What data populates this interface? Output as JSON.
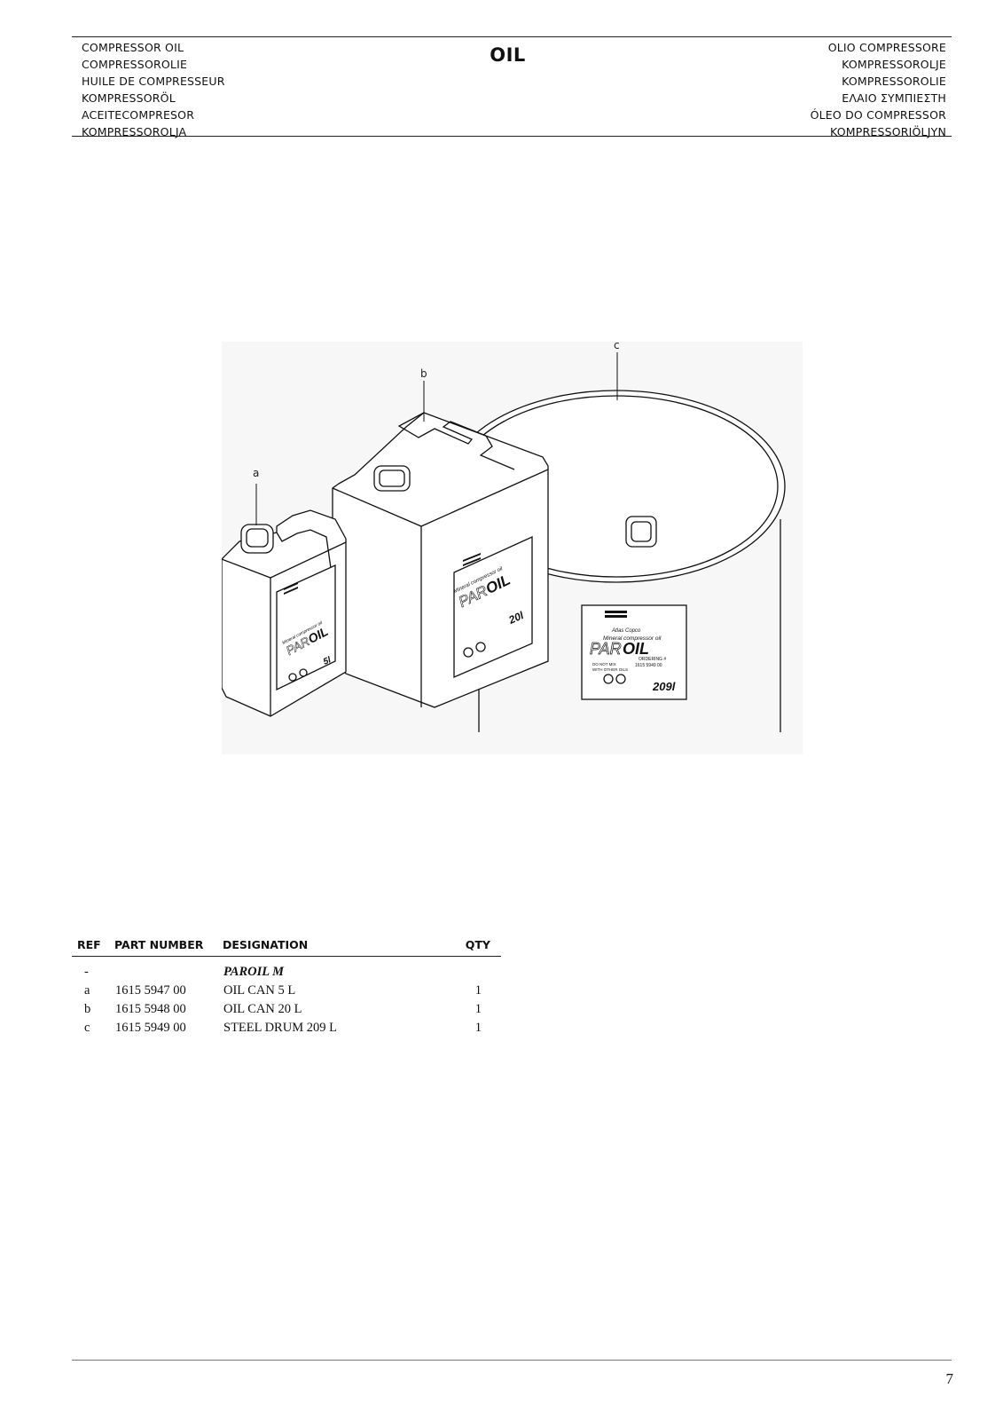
{
  "header": {
    "title": "OIL",
    "left_lines": [
      "COMPRESSOR OIL",
      "COMPRESSOROLIE",
      "HUILE DE COMPRESSEUR",
      "KOMPRESSORÖL",
      "ACEITECOMPRESOR",
      "KOMPRESSOROLJA"
    ],
    "right_lines": [
      "OLIO COMPRESSORE",
      "KOMPRESSOROLJE",
      "KOMPRESSOROLIE",
      "ΕΛΑΙΟ ΣΥΜΠΙΕΣΤΗ",
      "ÓLEO DO COMPRESSOR",
      "KOMPRESSORIÖLJYN"
    ]
  },
  "figure": {
    "callouts": [
      "a",
      "b",
      "c"
    ],
    "labels": {
      "brand": "Atlas Copco",
      "product_line": "Mineral compressor oil",
      "par": "PAR",
      "oil": "OIL",
      "ordering": "ORDERING #",
      "order_number": "1615 5949 00",
      "warning_1": "DO NOT MIX",
      "warning_2": "WITH OTHER OILS",
      "vol_a": "5l",
      "vol_b": "20l",
      "vol_c": "209l"
    }
  },
  "parts_table": {
    "headers": {
      "ref": "REF",
      "part_number": "PART NUMBER",
      "designation": "DESIGNATION",
      "qty": "QTY"
    },
    "group": {
      "ref": "-",
      "designation": "PAROIL M"
    },
    "rows": [
      {
        "ref": "a",
        "part_number": "1615 5947 00",
        "designation": "OIL CAN 5 L",
        "qty": "1"
      },
      {
        "ref": "b",
        "part_number": "1615 5948 00",
        "designation": "OIL CAN 20 L",
        "qty": "1"
      },
      {
        "ref": "c",
        "part_number": "1615 5949 00",
        "designation": "STEEL DRUM 209 L",
        "qty": "1"
      }
    ]
  },
  "footer": {
    "page_number": "7"
  }
}
